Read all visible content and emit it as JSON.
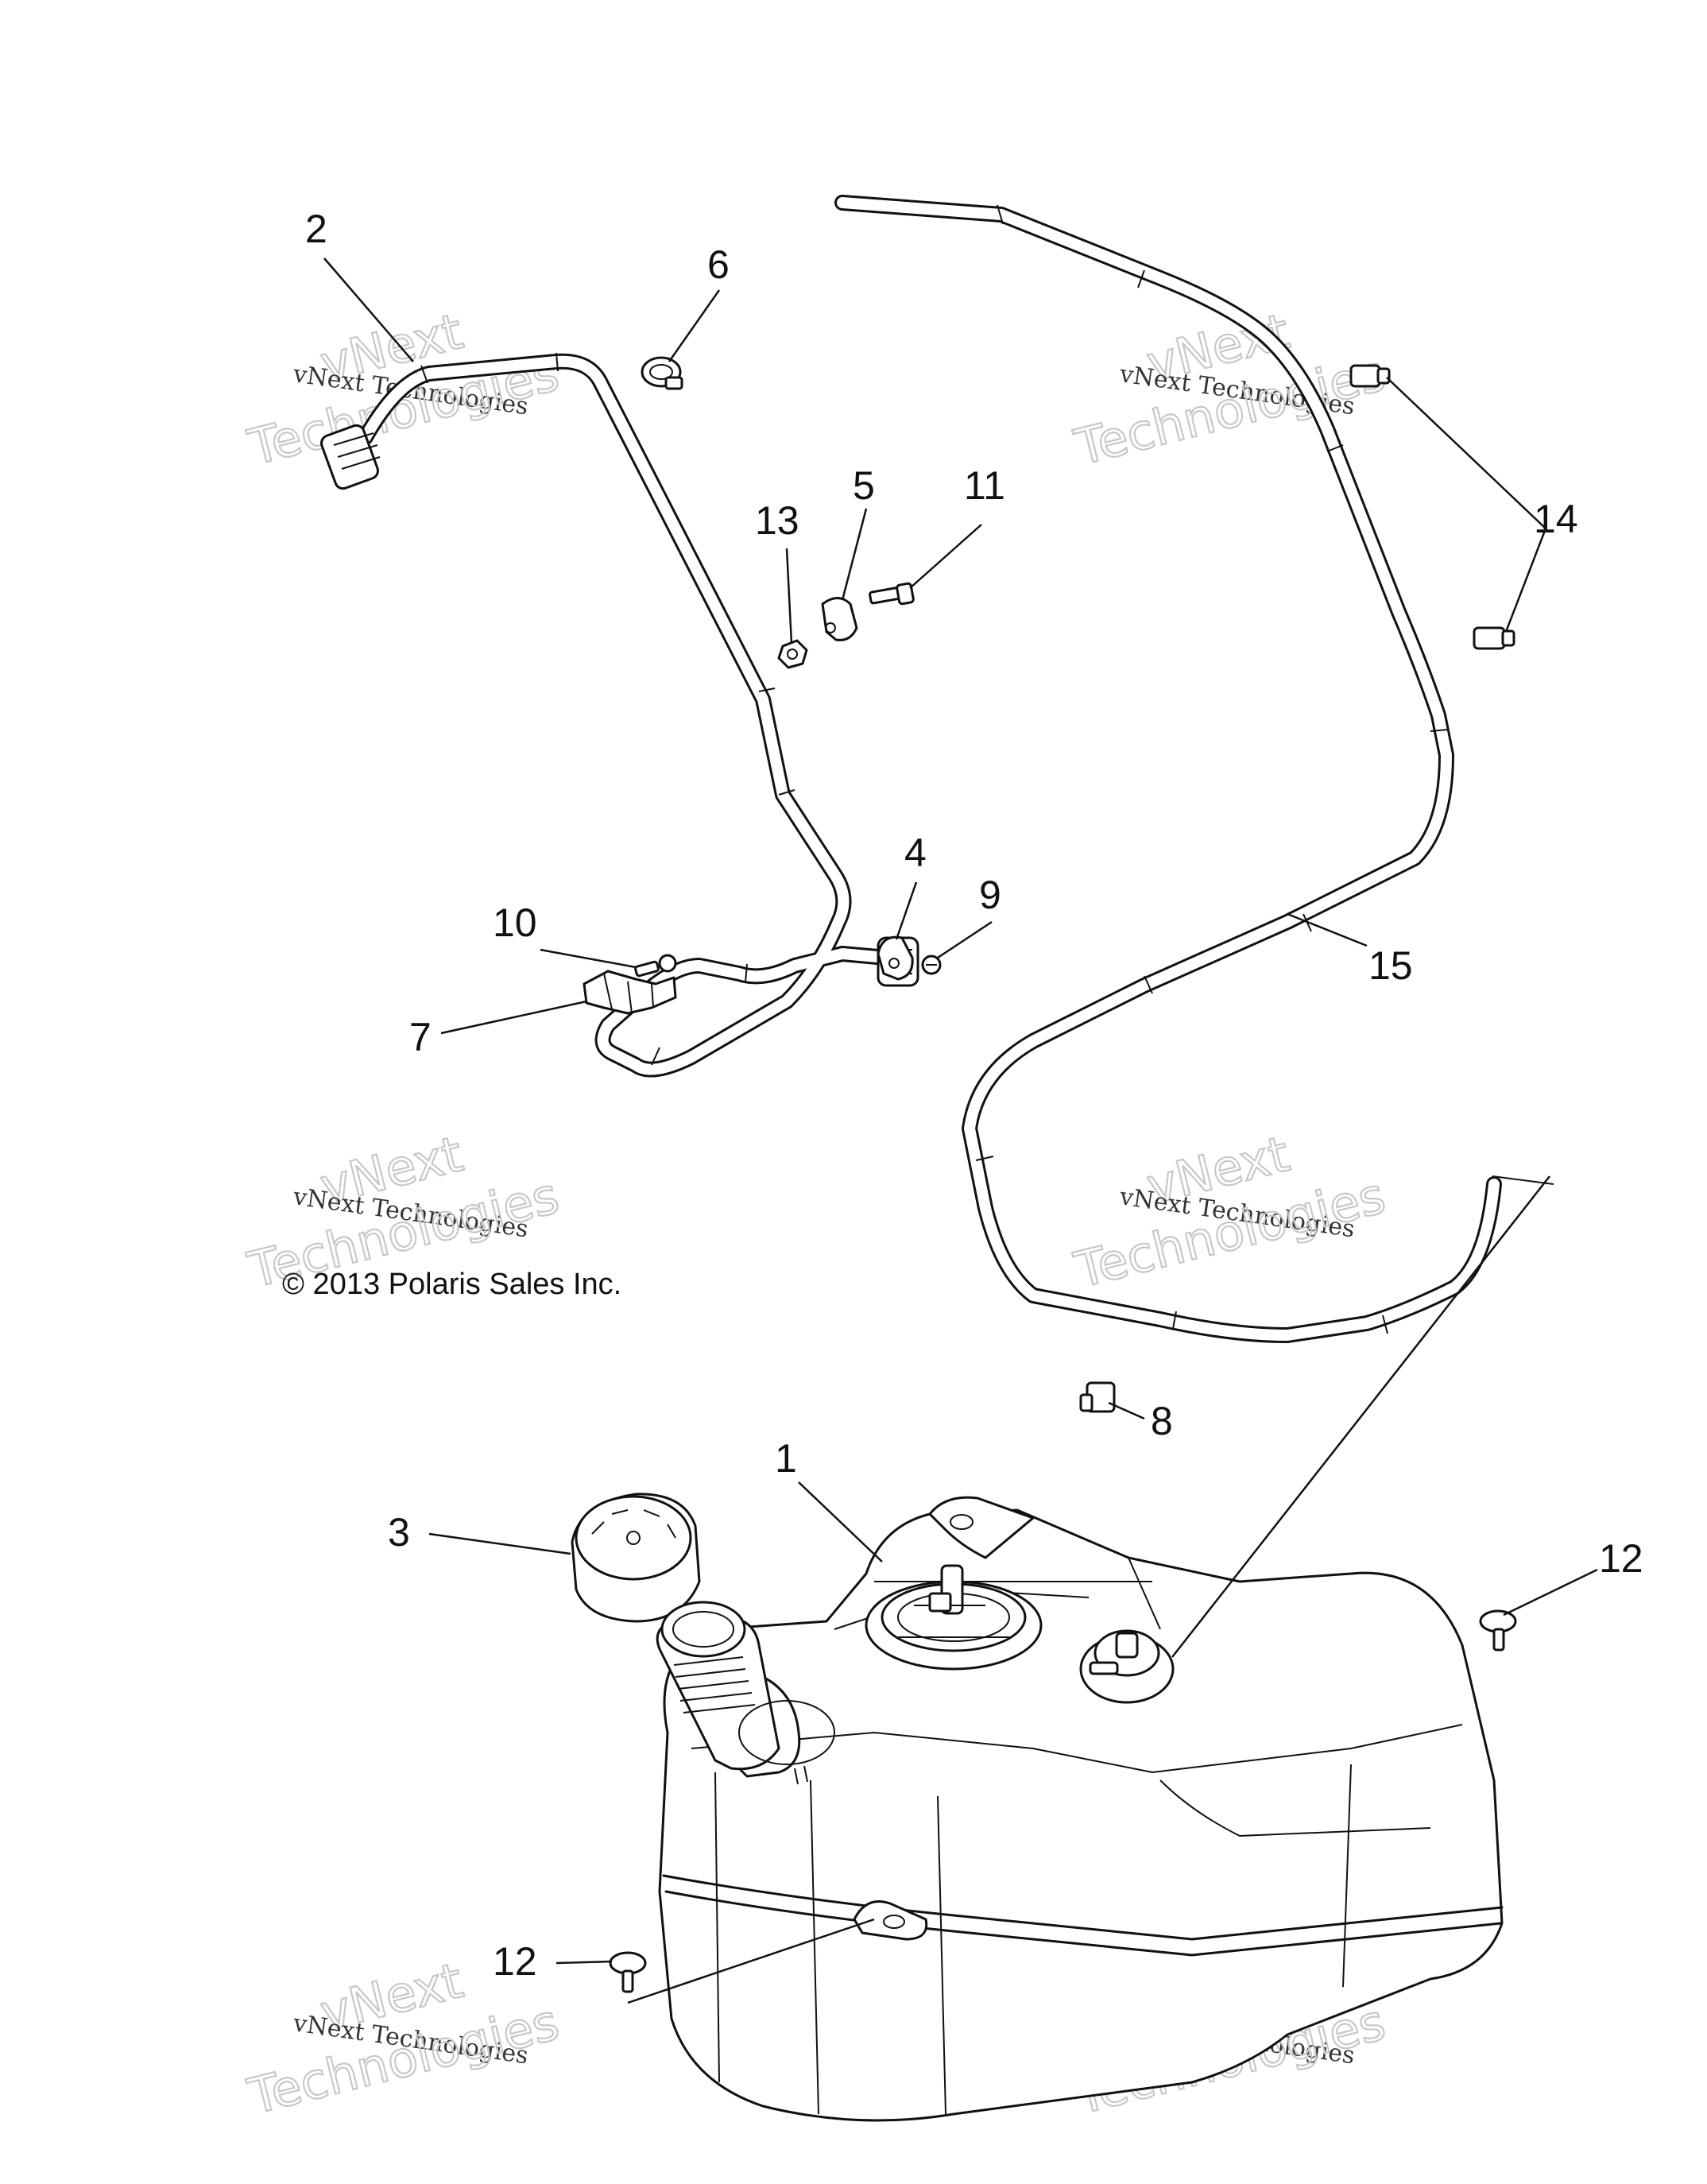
{
  "copyright": "© 2013 Polaris Sales Inc.",
  "watermark": {
    "line1": "vNext",
    "line2": "vNext Technologies",
    "line3": "Technologies"
  },
  "callouts": [
    {
      "id": "c1",
      "label": "1"
    },
    {
      "id": "c2",
      "label": "2"
    },
    {
      "id": "c3",
      "label": "3"
    },
    {
      "id": "c4",
      "label": "4"
    },
    {
      "id": "c5",
      "label": "5"
    },
    {
      "id": "c6",
      "label": "6"
    },
    {
      "id": "c7",
      "label": "7"
    },
    {
      "id": "c8",
      "label": "8"
    },
    {
      "id": "c9",
      "label": "9"
    },
    {
      "id": "c10",
      "label": "10"
    },
    {
      "id": "c11",
      "label": "11"
    },
    {
      "id": "c12a",
      "label": "12"
    },
    {
      "id": "c12b",
      "label": "12"
    },
    {
      "id": "c13",
      "label": "13"
    },
    {
      "id": "c14",
      "label": "14"
    },
    {
      "id": "c15",
      "label": "15"
    }
  ]
}
